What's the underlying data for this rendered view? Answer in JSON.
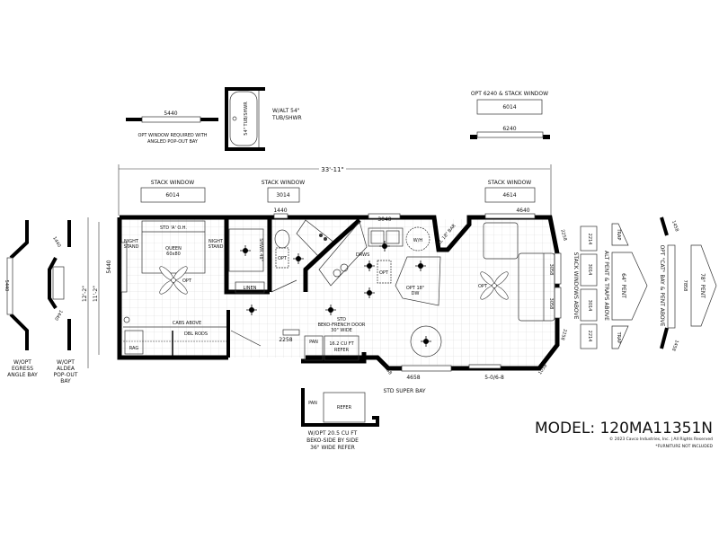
{
  "options": {
    "window_5440": "5440",
    "window_note_1": "OPT WINDOW REQUIRED WITH",
    "window_note_2": "ANGLED POP-OUT BAY",
    "tub_label": "54\" TUB/SHWR",
    "tub_note_1": "W/ALT 54\"",
    "tub_note_2": "TUB/SHWR",
    "opt_stack_title": "OPT 6240 & STACK WINDOW",
    "opt_stack_box": "6014",
    "opt_window": "6240"
  },
  "dimensions": {
    "overall_length": "33'-11\"",
    "overall_width": "12'-2\"",
    "inner_width": "11'-2\"",
    "left_window": "5440"
  },
  "stack_windows": [
    {
      "title": "STACK WINDOW",
      "size": "6014"
    },
    {
      "title": "STACK WINDOW",
      "size": "3014"
    },
    {
      "title": "STACK WINDOW",
      "size": "4614"
    }
  ],
  "window_sizes": {
    "bath": "1440",
    "kitchen": "3040",
    "living": "4640",
    "door": "2258",
    "right_top": "2258",
    "right_mid1": "3058",
    "right_mid2": "3058",
    "right_bottom": "2258",
    "bay_left": "1058",
    "bay_right": "1058",
    "bay_window": "4658",
    "patio_door": "5-0/6-8"
  },
  "rooms": {
    "std_oh": "STD 'A' O.H.",
    "night_stand_l": [
      "NIGHT",
      "STAND"
    ],
    "night_stand_r": [
      "NIGHT",
      "STAND"
    ],
    "queen": [
      "QUEEN",
      "60x80"
    ],
    "fan_opt": "OPT",
    "cabs_above": "CABS ABOVE",
    "dbl_rods": "DBL RODS",
    "rag": "RAG",
    "linen": "LINEN",
    "shower": "SHWR 48\"",
    "toilet_opt": "OPT",
    "drws": "DRWS",
    "wh": "W/H",
    "closet": "CL 18\" BAR",
    "opt_label": "OPT",
    "dw": [
      "OPT 18\"",
      "DW"
    ],
    "pan": "PAN",
    "refer": [
      "16.2 CU FT",
      "REFER"
    ],
    "refer_door": [
      "STD",
      "BEKO-FRENCH DOOR",
      "30\" WIDE"
    ],
    "living_fan_opt": "OPT",
    "super_bay": "STD SUPER BAY"
  },
  "right_options": {
    "boxes": [
      "2214",
      "3014",
      "3014",
      "2214"
    ],
    "stack_above": "STACK WINDOWS ABOVE",
    "trap_top": "TRAP",
    "trap_bottom": "TRAP",
    "pent": "64\" PENT",
    "alt_pent": "ALT PENT & TRAPS ABOVE",
    "cat_bay": "OPT \"CAT\" BAY & PENT ABOVE",
    "cat_window": "7858",
    "cat_top": "1458",
    "cat_bottom": "1458",
    "pent78": "78\" PENT"
  },
  "left_options": {
    "egress_window": "5440",
    "egress_label": [
      "W/OPT",
      "EGRESS",
      "ANGLE BAY"
    ],
    "aldea_top": "1440",
    "aldea_bottom": "1440",
    "aldea_label": [
      "W/OPT",
      "ALDEA",
      "POP-OUT",
      "BAY"
    ]
  },
  "refer_option": {
    "pan": "PAN",
    "refer": "REFER",
    "label": [
      "W/OPT 20.5 CU FT",
      "BEKO-SIDE BY SIDE",
      "36\" WIDE REFER"
    ]
  },
  "footer": {
    "model": "MODEL: 120MA11351N",
    "copyright": "© 2023 Cavco Industries, Inc. | All Rights Reserved",
    "furniture": "*FURNITURE NOT INCLUDED"
  }
}
